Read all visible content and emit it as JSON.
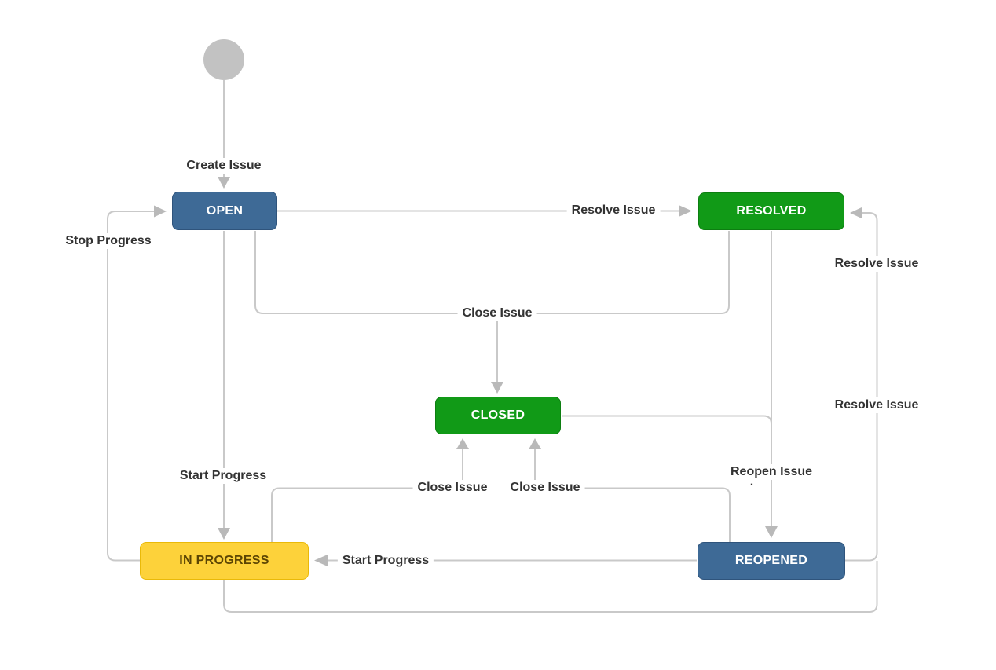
{
  "diagram": {
    "type": "issue-workflow",
    "background_color": "#ffffff",
    "colors": {
      "line": "#c9c9c9",
      "arrowhead": "#b9b9b9",
      "start_node": "#c2c2c2",
      "status_blue": "#3e6a96",
      "status_green": "#119a17",
      "status_yellow": "#fdd23a",
      "label_text": "#333333",
      "node_text_light": "#ffffff",
      "node_text_dark": "#5c4503"
    },
    "nodes": {
      "start": {
        "label": "",
        "shape": "circle",
        "color": "#c2c2c2"
      },
      "open": {
        "label": "OPEN",
        "color": "#3e6a96"
      },
      "resolved": {
        "label": "RESOLVED",
        "color": "#119a17"
      },
      "closed": {
        "label": "CLOSED",
        "color": "#119a17"
      },
      "in_progress": {
        "label": "IN PROGRESS",
        "color": "#fdd23a"
      },
      "reopened": {
        "label": "REOPENED",
        "color": "#3e6a96"
      }
    },
    "labels": {
      "create_issue": "Create Issue",
      "resolve_issue_open": "Resolve Issue",
      "close_issue_main": "Close Issue",
      "stop_progress": "Stop Progress",
      "start_progress_open": "Start Progress",
      "close_issue_in_progress": "Close Issue",
      "close_issue_reopened": "Close Issue",
      "reopen_issue": "Reopen Issue",
      "reopen_issue_dot": ".",
      "resolve_issue_reopened": "Resolve Issue",
      "resolve_issue_in_progress": "Resolve Issue",
      "start_progress_reopened": "Start Progress"
    },
    "edges": [
      {
        "from": "start",
        "to": "open",
        "label": "Create Issue"
      },
      {
        "from": "open",
        "to": "resolved",
        "label": "Resolve Issue"
      },
      {
        "from": "open",
        "to": "closed",
        "label": "Close Issue"
      },
      {
        "from": "resolved",
        "to": "closed",
        "label": "Close Issue"
      },
      {
        "from": "resolved",
        "to": "reopened",
        "label": "Reopen Issue"
      },
      {
        "from": "closed",
        "to": "reopened",
        "label": "Reopen Issue"
      },
      {
        "from": "in_progress",
        "to": "closed",
        "label": "Close Issue"
      },
      {
        "from": "reopened",
        "to": "closed",
        "label": "Close Issue"
      },
      {
        "from": "reopened",
        "to": "in_progress",
        "label": "Start Progress"
      },
      {
        "from": "open",
        "to": "in_progress",
        "label": "Start Progress"
      },
      {
        "from": "in_progress",
        "to": "open",
        "label": "Stop Progress"
      },
      {
        "from": "reopened",
        "to": "resolved",
        "label": "Resolve Issue"
      },
      {
        "from": "in_progress",
        "to": "resolved",
        "label": "Resolve Issue"
      }
    ]
  }
}
